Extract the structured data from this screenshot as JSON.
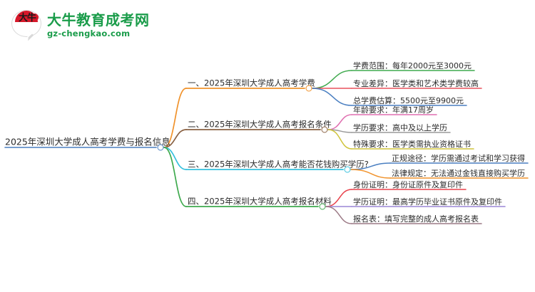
{
  "logo": {
    "mark_text": "大牛",
    "title": "大牛教育成考网",
    "url": "gz-chengkao.com",
    "brand_green": "#1a9c4a",
    "brand_red": "#d7182a"
  },
  "mindmap": {
    "root": {
      "label": "2025年深圳大学成人高考学费与报名信息",
      "underline_color": "#4a7fc1",
      "node_color": "#4a7fc1"
    },
    "branches": [
      {
        "label": "一、2025年深圳大学成人高考学费",
        "branch_color": "#f0922b",
        "node_color": "#f0922b",
        "children": [
          {
            "label": "学费范围：每年2000元至3000元",
            "color": "#3faa4e"
          },
          {
            "label": "专业差异：医学类和艺术类学费较高",
            "color": "#e8505b"
          },
          {
            "label": "总学费估算：5500元至9900元",
            "color": "#4a7fc1"
          }
        ]
      },
      {
        "label": "二、2025年深圳大学成人高考报名条件",
        "branch_color": "#8a6244",
        "node_color": "#8a6244",
        "children": [
          {
            "label": "年龄要求：年满17周岁",
            "color": "#e06fb0"
          },
          {
            "label": "学历要求：高中及以上学历",
            "color": "#9a9a9a"
          },
          {
            "label": "特殊要求：医学类需执业资格证书",
            "color": "#cfc43a"
          }
        ]
      },
      {
        "label": "三、2025年深圳大学成人高考能否花钱购买学历?",
        "branch_color": "#36c0dd",
        "node_color": "#36c0dd",
        "children": [
          {
            "label": "正规途径：学历需通过考试和学习获得",
            "color": "#4a7fc1"
          },
          {
            "label": "法律规定：无法通过金钱直接购买学历",
            "color": "#f0922b"
          }
        ]
      },
      {
        "label": "四、2025年深圳大学成人高考报名材料",
        "branch_color": "#3faa4e",
        "node_color": "#3faa4e",
        "children": [
          {
            "label": "身份证明：身份证原件及复印件",
            "color": "#e8404a"
          },
          {
            "label": "学历证明：最高学历毕业证书原件及复印件",
            "color": "#9a85d6"
          },
          {
            "label": "报名表：填写完整的成人高考报名表",
            "color": "#9c7a86"
          }
        ]
      }
    ]
  }
}
